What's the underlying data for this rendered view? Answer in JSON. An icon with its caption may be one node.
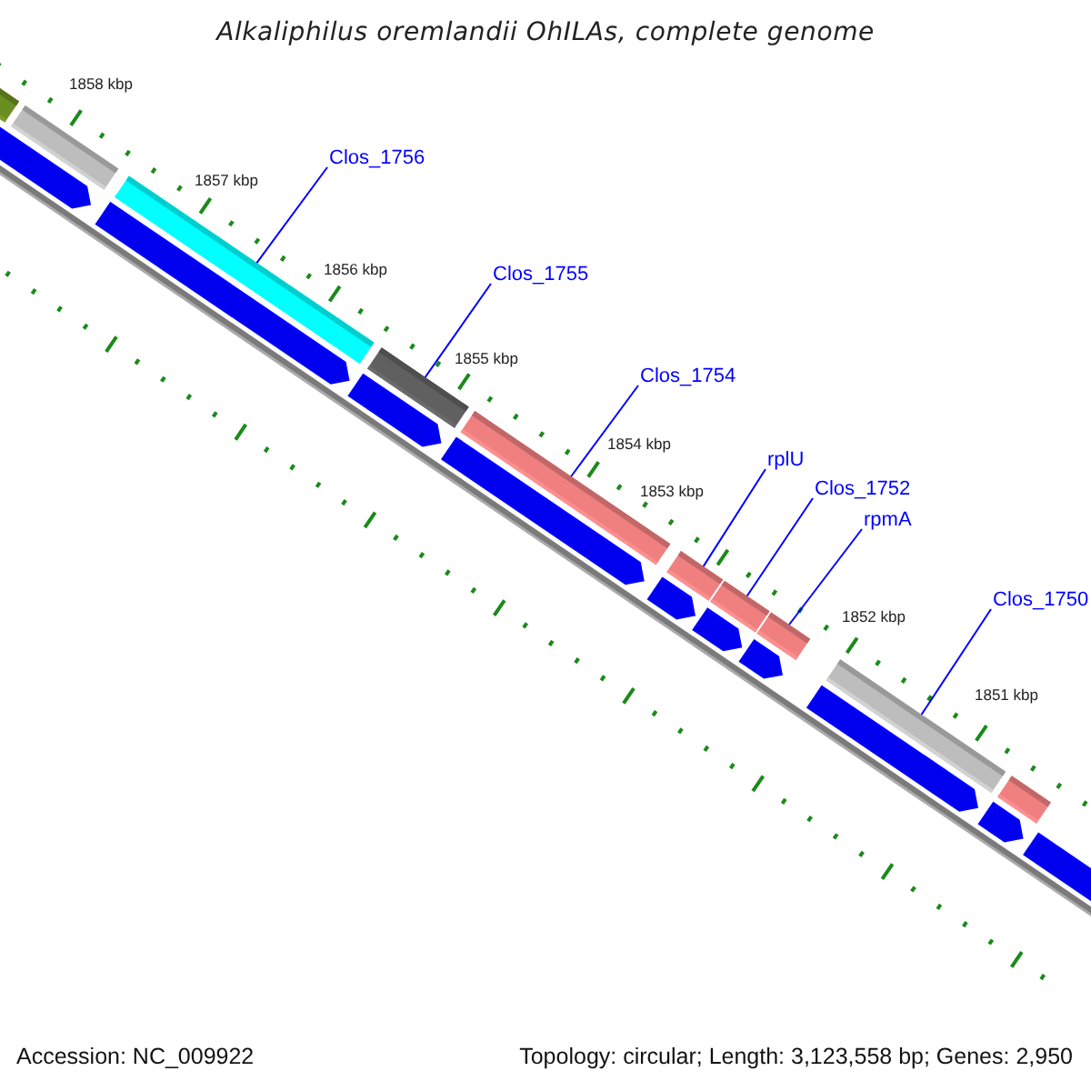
{
  "diagram": {
    "title": "Alkaliphilus oremlandii OhILAs, complete genome",
    "nodes": [
      {
        "text": [
          "Clos_1756"
        ]
      },
      {
        "text": [],
        "shape": "bar"
      },
      {
        "text": [
          "Clos_1755"
        ]
      },
      {
        "text": [],
        "shape": "bar"
      },
      {
        "text": [
          "Clos_1754"
        ]
      },
      {
        "text": [],
        "shape": "bar"
      },
      {
        "text": [
          "rplU"
        ]
      },
      {
        "text": [],
        "shape": "bar"
      },
      {
        "text": [
          "Clos_1752"
        ]
      },
      {
        "text": [],
        "shape": "bar"
      },
      {
        "text": [
          "rpmA"
        ]
      },
      {
        "text": [],
        "shape": "bar"
      },
      {
        "text": [
          "Clos_1750"
        ]
      },
      {
        "text": [],
        "shape": "bar"
      },
      {
        "text": [],
        "shape": "bar"
      },
      {
        "text": [],
        "shape": "bar"
      },
      {
        "text": [],
        "shape": "bar"
      },
      {
        "text": [],
        "shape": "pentagon"
      },
      {
        "text": [],
        "shape": "pentagon"
      },
      {
        "text": [],
        "shape": "pentagon"
      },
      {
        "text": [],
        "shape": "pentagon"
      },
      {
        "text": [],
        "shape": "pentagon"
      },
      {
        "text": [],
        "shape": "pentagon"
      },
      {
        "text": [],
        "shape": "pentagon"
      },
      {
        "text": [],
        "shape": "pentagon"
      },
      {
        "text": [],
        "shape": "pentagon"
      },
      {
        "text": [],
        "shape": "pentagon"
      }
    ],
    "edges": [
      {
        "from": 0,
        "to": 1,
        "arrow": "none"
      },
      {
        "from": 2,
        "to": 3,
        "arrow": "none"
      },
      {
        "from": 4,
        "to": 5,
        "arrow": "none"
      },
      {
        "from": 6,
        "to": 7,
        "arrow": "none"
      },
      {
        "from": 8,
        "to": 9,
        "arrow": "none"
      },
      {
        "from": 10,
        "to": 11,
        "arrow": "none"
      },
      {
        "from": 12,
        "to": 13,
        "arrow": "none"
      }
    ],
    "labels": [
      "1858 kbp",
      "1857 kbp",
      "1856 kbp",
      "1855 kbp",
      "1854 kbp",
      "1853 kbp",
      "1852 kbp",
      "1851 kbp",
      "Accession: NC_009922",
      "Topology: circular; Length: 3,123,558 bp; Genes: 2,950"
    ]
  }
}
